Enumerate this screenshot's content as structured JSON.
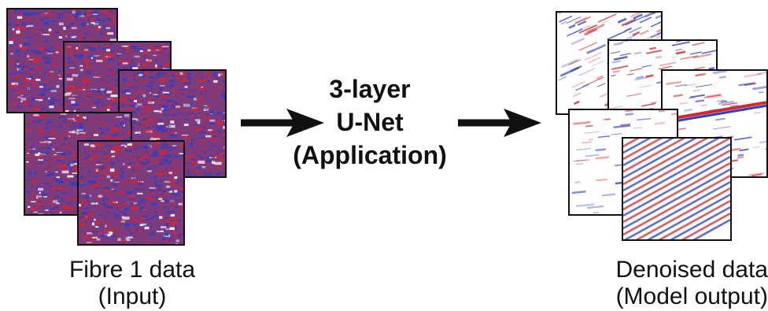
{
  "input": {
    "caption_line1": "Fibre 1 data",
    "caption_line2": "(Input)"
  },
  "process": {
    "line1": "3-layer",
    "line2": "U-Net",
    "line3": "(Application)"
  },
  "output": {
    "caption_line1": "Denoised data",
    "caption_line2": "(Model output)"
  },
  "colors": {
    "positive": "#d7262b",
    "negative": "#2b3fc4",
    "noise_background": "#7b3b7d",
    "arrow": "#111111"
  }
}
